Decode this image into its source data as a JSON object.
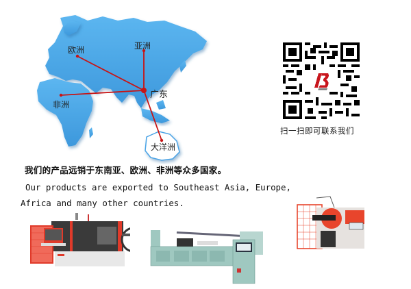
{
  "map": {
    "labels": {
      "europe": "欧洲",
      "asia": "亚洲",
      "africa": "非洲",
      "guangdong": "广东",
      "oceania": "大洋洲"
    },
    "colors": {
      "land": "#4aa3e6",
      "land_shadow": "#2f7fc4",
      "route": "#c81414",
      "oceania_land": "#ffffff"
    }
  },
  "qr": {
    "caption": "扫一扫即可联系我们",
    "logo_letter": "B",
    "logo_color": "#c8161d"
  },
  "text": {
    "chinese": "我们的产品远销于东南亚、欧洲、非洲等众多国家。",
    "english_line1": "Our products are exported to Southeast Asia, Europe,",
    "english_line2": "Africa and many other countries."
  },
  "machines": [
    {
      "name": "cnc-wire-forming-machine-red",
      "accent": "#e03a2a"
    },
    {
      "name": "cnc-wire-bending-machine-green",
      "accent": "#9fc8c0"
    },
    {
      "name": "3d-wire-spring-machine",
      "accent": "#e8452c"
    }
  ]
}
